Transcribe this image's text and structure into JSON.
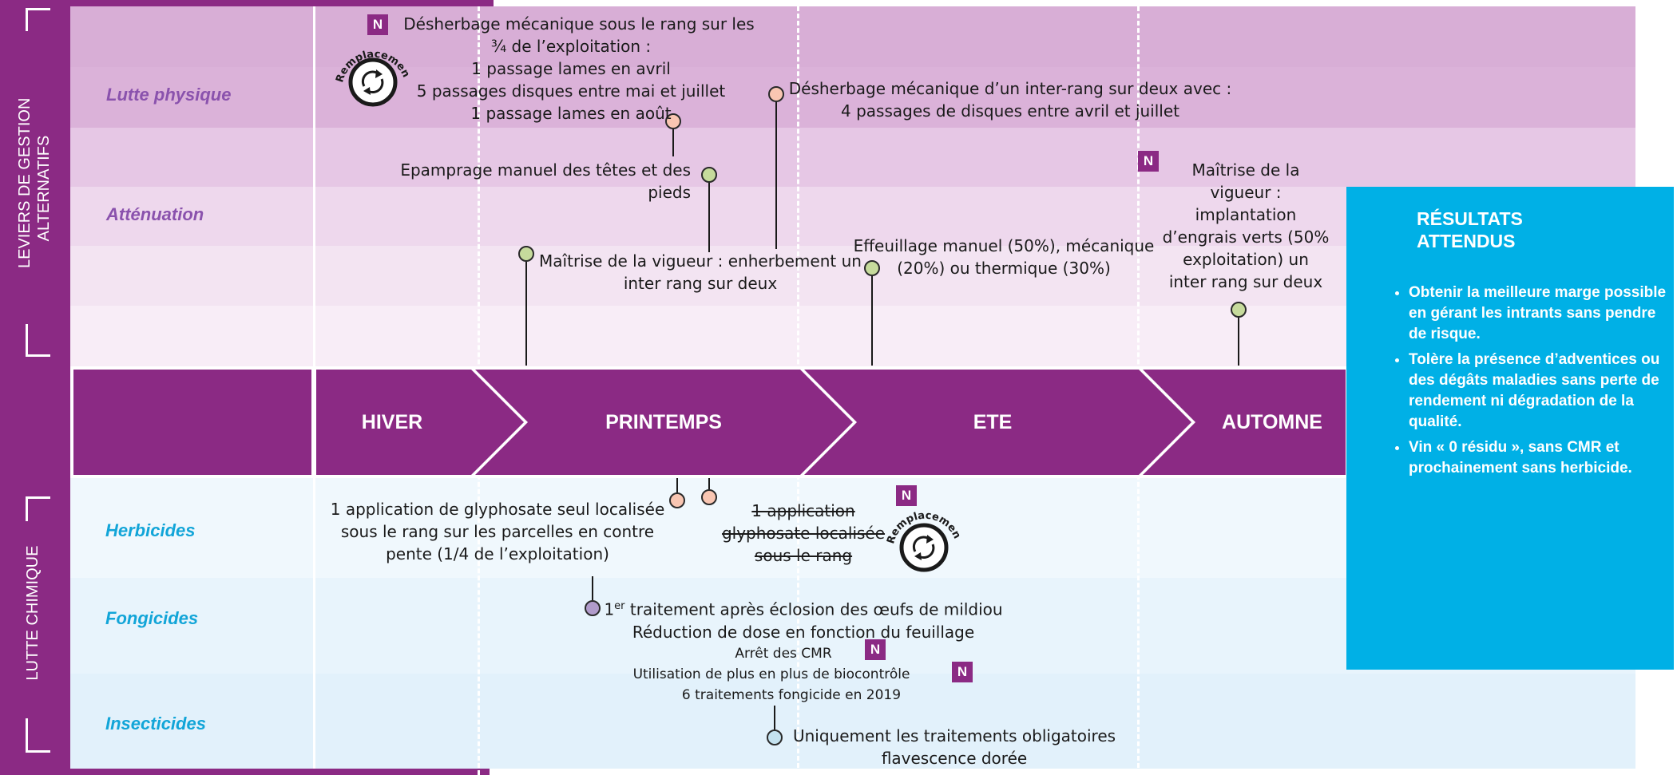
{
  "sidebar": {
    "top_title_line1": "LEVIERS DE GESTION",
    "top_title_line2": "ALTERNATIFS",
    "bottom_title": "LUTTE CHIMIQUE"
  },
  "rows": {
    "lutte_physique": "Lutte physique",
    "attenuation": "Atténuation",
    "herbicides": "Herbicides",
    "fongicides": "Fongicides",
    "insecticides": "Insecticides"
  },
  "seasons": [
    "HIVER",
    "PRINTEMPS",
    "ETE",
    "AUTOMNE"
  ],
  "replacement_label": "Remplacement",
  "new_badge": "N",
  "notes": {
    "desherbage_sous_rang": [
      "Désherbage mécanique sous le rang sur les",
      "¾ de l’exploitation :",
      "1 passage lames en avril",
      "5 passages disques entre mai et juillet",
      "1 passage lames en août"
    ],
    "desherbage_inter_rang": [
      "Désherbage mécanique d’un inter-rang sur deux avec :",
      "4 passages de disques entre avril et juillet"
    ],
    "epamprage": [
      "Epamprage manuel des têtes et des",
      "pieds"
    ],
    "vigueur_enherbement": [
      "Maîtrise de la vigueur : enherbement un",
      "inter rang sur deux"
    ],
    "effeuillage": [
      "Effeuillage manuel (50%), mécanique",
      "(20%) ou thermique (30%)"
    ],
    "engrais_verts": [
      "Maîtrise de la",
      "vigueur :",
      "implantation",
      "d’engrais verts (50%",
      "exploitation) un",
      "inter rang sur deux"
    ],
    "glyphosate_localise": [
      "1 application de glyphosate seul localisée",
      "sous le rang sur les parcelles en contre",
      "pente (1/4 de l’exploitation)"
    ],
    "glyphosate_barre": [
      "1 application",
      "glyphosate localisée",
      "sous le rang"
    ],
    "fongicides": {
      "line1_prefix": "1",
      "line1_sup": "er",
      "line1_rest": " traitement après éclosion des œufs de mildiou",
      "line2": "Réduction de dose en fonction du feuillage",
      "line3": "Arrêt des CMR",
      "line4": "Utilisation de plus en plus de biocontrôle",
      "line5": "6 traitements fongicide en 2019"
    },
    "insecticides": [
      "Uniquement les traitements obligatoires",
      "flavescence dorée"
    ]
  },
  "results": {
    "title_line1": "RÉSULTATS",
    "title_line2": "ATTENDUS",
    "bullets": [
      "Obtenir la meilleure marge possible en gérant les intrants sans pendre de risque.",
      "Tolère la présence d’adventices ou des dégâts maladies sans perte de rendement ni dégradation de la qualité.",
      "Vin « 0 résidu », sans CMR et prochainement sans herbicide."
    ]
  },
  "colors": {
    "purple": "#8b2a84",
    "band_purple_1": "#d8aed6",
    "band_purple_2": "#eed8ed",
    "band_purple_3": "#f8edf7",
    "band_blue_1": "#f0f8fd",
    "band_blue_2": "#e2f1fb",
    "results_blue": "#00b0e6",
    "row_label_purple": "#8a52ad",
    "row_label_blue": "#12a5d8",
    "dot_orange": "#f9c6b2",
    "dot_green": "#c6db9c",
    "dot_lilac": "#b19bcb",
    "dot_blue": "#c4e2ef"
  }
}
